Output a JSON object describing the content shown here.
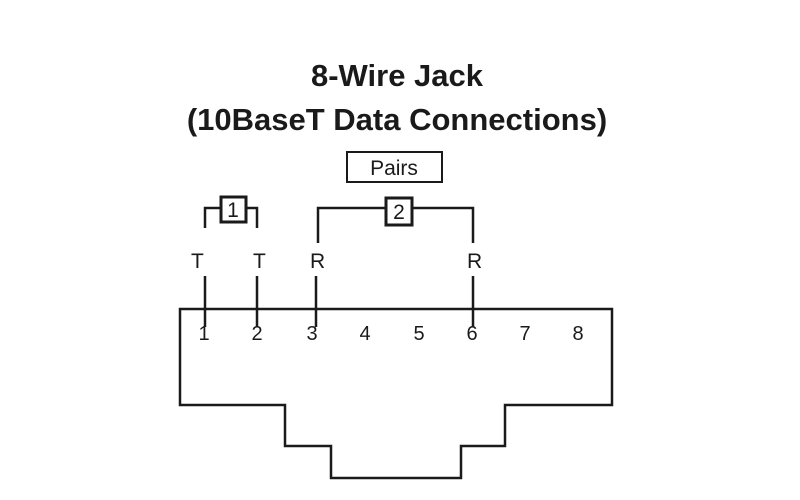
{
  "title": {
    "line1": "8-Wire Jack",
    "line2": "(10BaseT Data Connections)"
  },
  "pairs_label": "Pairs",
  "pairs": [
    {
      "number": "1",
      "left_signal": "T",
      "right_signal": "T",
      "pins": [
        "1",
        "2"
      ]
    },
    {
      "number": "2",
      "left_signal": "R",
      "right_signal": "R",
      "pins": [
        "3",
        "6"
      ]
    }
  ],
  "pins": [
    "1",
    "2",
    "3",
    "4",
    "5",
    "6",
    "7",
    "8"
  ],
  "colors": {
    "line": "#1a1a1a",
    "background": "#ffffff"
  }
}
